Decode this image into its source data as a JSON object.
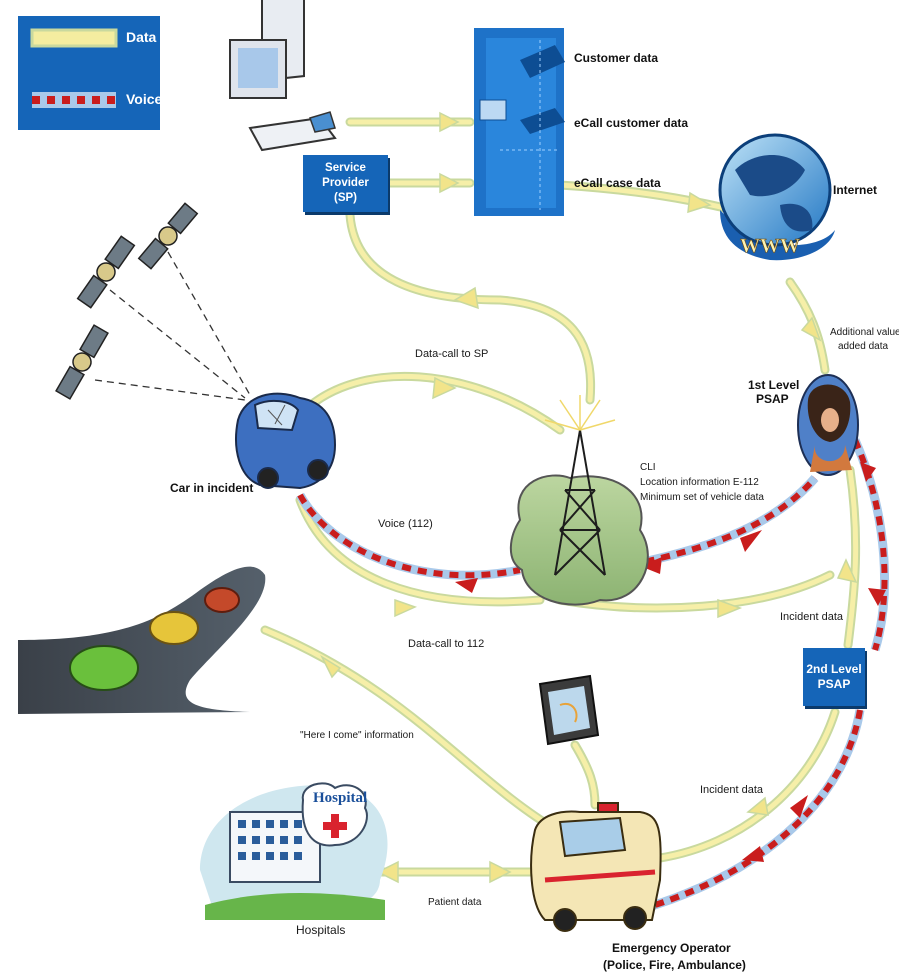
{
  "legend": {
    "data_label": "Data",
    "voice_label": "Voice"
  },
  "colors": {
    "data_flow": "#f4eda0",
    "data_flow_edge": "#c9d99e",
    "voice_base": "#a9c9ea",
    "voice_dash": "#c91d1d",
    "box_blue": "#1565b8"
  },
  "nodes": {
    "service_provider": {
      "line1": "Service Provider",
      "line2": "(SP)"
    },
    "server_customer": "Customer data",
    "server_ecall_customer": "eCall customer data",
    "server_ecall_case": "eCall case data",
    "internet": "Internet",
    "psap1": {
      "line1": "1st Level",
      "line2": "PSAP"
    },
    "psap2": {
      "line1": "2nd Level",
      "line2": "PSAP"
    },
    "car_incident": "Car in incident",
    "hospitals": "Hospitals",
    "hospital_sign": "Hospital",
    "emergency": {
      "line1": "Emergency Operator",
      "line2": "(Police, Fire, Ambulance)"
    }
  },
  "flows": {
    "additional": {
      "line1": "Additional value",
      "line2": "added data"
    },
    "datacall_sp": "Data-call to SP",
    "cli": {
      "line1": "CLI",
      "line2": "Location information E-112",
      "line3": "Minimum set of vehicle data"
    },
    "voice112": "Voice (112)",
    "datacall112": "Data-call to 112",
    "incident1": "Incident data",
    "incident2": "Incident data",
    "here_i_come": "\"Here I come\" information",
    "patient": "Patient data"
  }
}
